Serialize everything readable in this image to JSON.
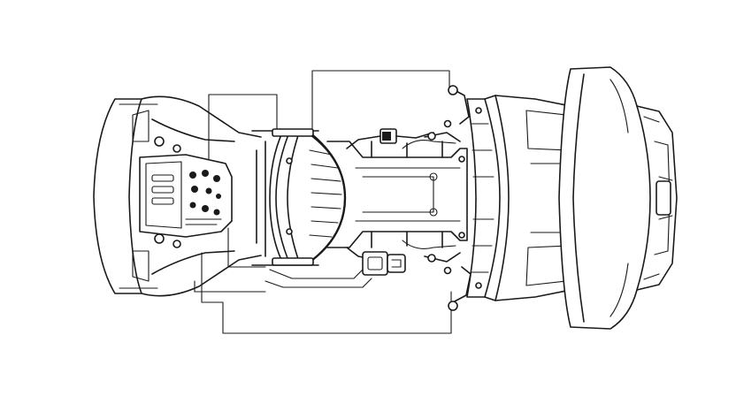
{
  "diagram": {
    "background": "#ffffff",
    "line_color": "#1a1a1a",
    "style": "monochrome line-art technical illustration",
    "components": [
      "left-end-cap",
      "control-panel",
      "drive-motor",
      "frame-rails",
      "connector-plug",
      "mounting-bolts",
      "right-flange",
      "right-end-housing"
    ]
  }
}
